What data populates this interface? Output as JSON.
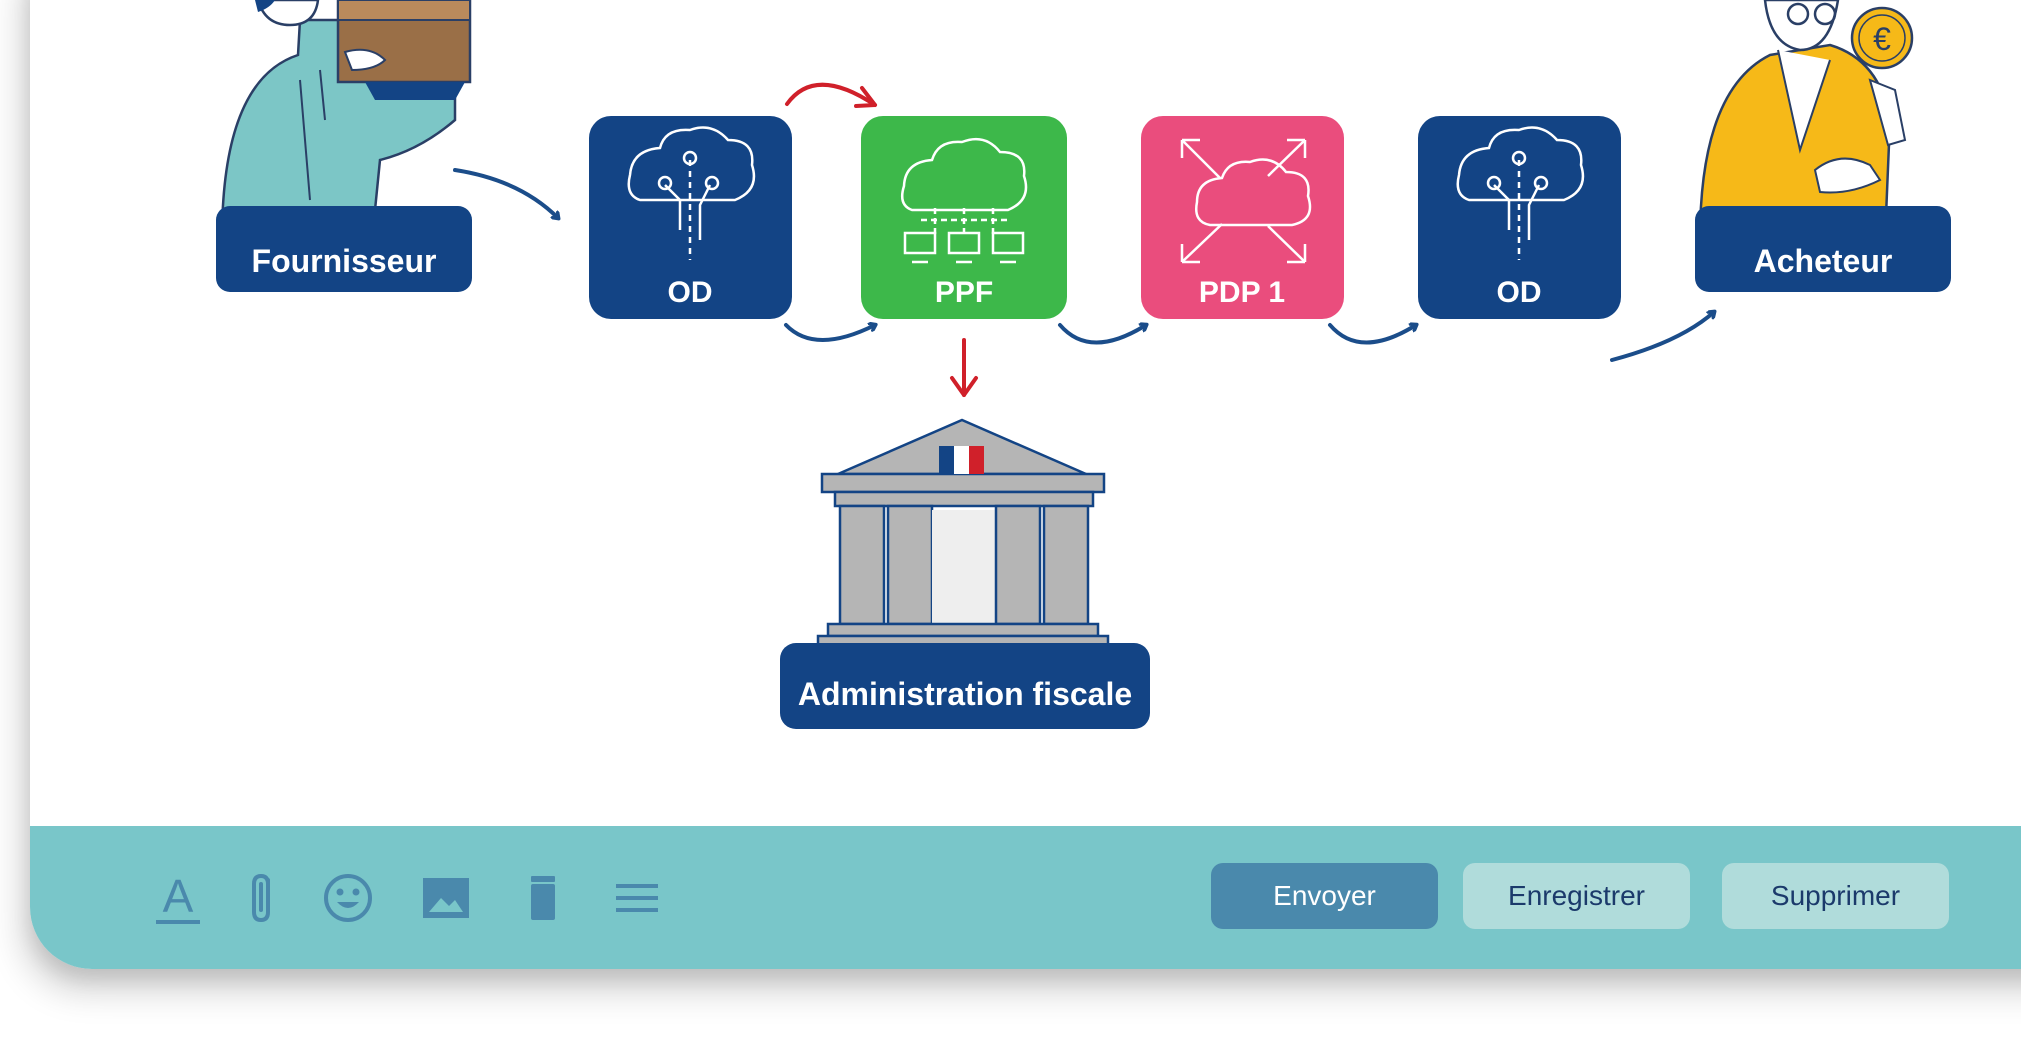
{
  "diagram": {
    "nodes": [
      {
        "id": "od-left",
        "label": "OD",
        "color": "#134485"
      },
      {
        "id": "ppf",
        "label": "PPF",
        "color": "#3db84a"
      },
      {
        "id": "pdp1",
        "label": "PDP 1",
        "color": "#ea4d7d"
      },
      {
        "id": "od-right",
        "label": "OD",
        "color": "#134485"
      }
    ],
    "actors": {
      "supplier": "Fournisseur",
      "buyer": "Acheteur",
      "tax_office": "Administration fiscale"
    },
    "colors": {
      "arrow_blue": "#1b4d8a",
      "arrow_red": "#d0202a",
      "tag_bg": "#134485"
    }
  },
  "toolbar": {
    "icons": [
      "text-format-icon",
      "paperclip-icon",
      "emoji-icon",
      "image-icon",
      "trash-icon",
      "menu-icon"
    ],
    "send_label": "Envoyer",
    "save_label": "Enregistrer",
    "delete_label": "Supprimer",
    "background": "#79c6c9"
  }
}
